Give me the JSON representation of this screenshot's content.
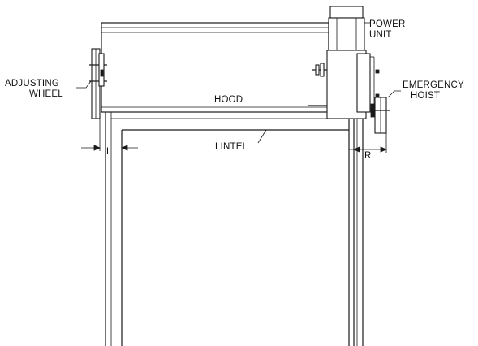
{
  "labels": {
    "power_unit_line1": "POWER",
    "power_unit_line2": "UNIT",
    "adjusting_wheel_line1": "ADJUSTING",
    "adjusting_wheel_line2": "WHEEL",
    "hood": "HOOD",
    "emergency_hoist_line1": "EMERGENCY",
    "emergency_hoist_line2": "HOIST",
    "lintel": "LINTEL",
    "dim_left": "L",
    "dim_right": "R"
  }
}
